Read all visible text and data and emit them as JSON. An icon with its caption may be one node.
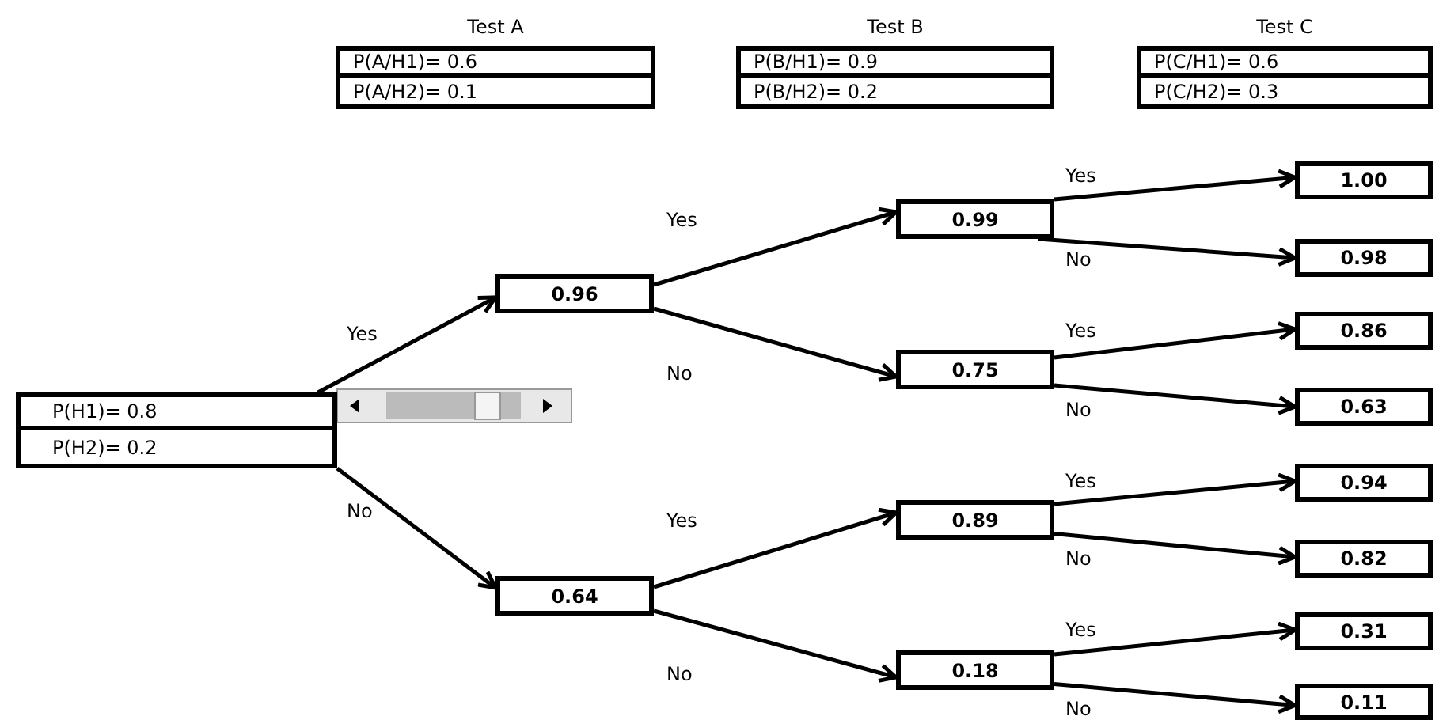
{
  "diagram": {
    "nodes": [
      {
        "text": [
          "Test A",
          "P(A/H1)= 0.6",
          "P(A/H2)= 0.1"
        ]
      },
      {
        "text": [
          "Test B",
          "P(B/H1)= 0.9",
          "P(B/H2)= 0.2"
        ]
      },
      {
        "text": [
          "Test C",
          "P(C/H1)= 0.6",
          "P(C/H2)= 0.3"
        ]
      },
      {
        "text": [
          "P(H1)= 0.8",
          "P(H2)= 0.2"
        ]
      },
      {
        "text": [
          "0.96"
        ]
      },
      {
        "text": [
          "0.64"
        ]
      },
      {
        "text": [
          "0.99"
        ]
      },
      {
        "text": [
          "0.75"
        ]
      },
      {
        "text": [
          "0.89"
        ]
      },
      {
        "text": [
          "0.18"
        ]
      },
      {
        "text": [
          "1.00"
        ]
      },
      {
        "text": [
          "0.98"
        ]
      },
      {
        "text": [
          "0.86"
        ]
      },
      {
        "text": [
          "0.63"
        ]
      },
      {
        "text": [
          "0.94"
        ]
      },
      {
        "text": [
          "0.82"
        ]
      },
      {
        "text": [
          "0.31"
        ]
      },
      {
        "text": [
          "0.11"
        ]
      }
    ],
    "edges": [
      {
        "from": 3,
        "to": 4,
        "arrow": "to",
        "label": "Yes"
      },
      {
        "from": 3,
        "to": 5,
        "arrow": "to",
        "label": "No"
      },
      {
        "from": 4,
        "to": 6,
        "arrow": "to",
        "label": "Yes"
      },
      {
        "from": 4,
        "to": 7,
        "arrow": "to",
        "label": "No"
      },
      {
        "from": 5,
        "to": 8,
        "arrow": "to",
        "label": "Yes"
      },
      {
        "from": 5,
        "to": 9,
        "arrow": "to",
        "label": "No"
      },
      {
        "from": 6,
        "to": 10,
        "arrow": "to",
        "label": "Yes"
      },
      {
        "from": 6,
        "to": 11,
        "arrow": "to",
        "label": "No"
      },
      {
        "from": 7,
        "to": 12,
        "arrow": "to",
        "label": "Yes"
      },
      {
        "from": 7,
        "to": 13,
        "arrow": "to",
        "label": "No"
      },
      {
        "from": 8,
        "to": 14,
        "arrow": "to",
        "label": "Yes"
      },
      {
        "from": 8,
        "to": 15,
        "arrow": "to",
        "label": "No"
      },
      {
        "from": 9,
        "to": 16,
        "arrow": "to",
        "label": "Yes"
      },
      {
        "from": 9,
        "to": 17,
        "arrow": "to",
        "label": "No"
      }
    ]
  }
}
